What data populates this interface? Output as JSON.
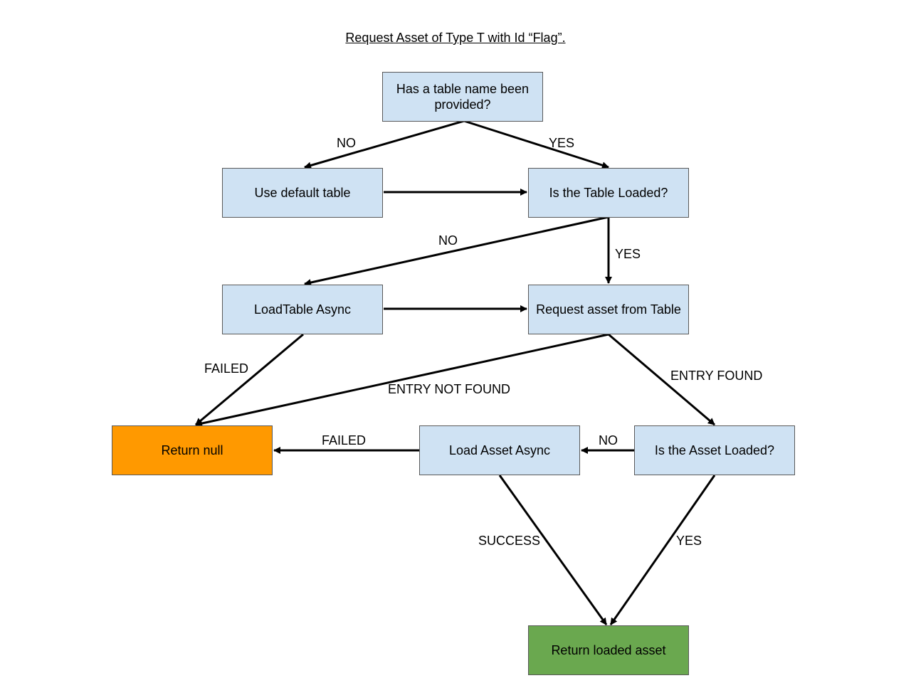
{
  "title": "Request Asset of Type T with Id “Flag”.",
  "nodes": {
    "has_table_name": "Has a table name been provided?",
    "use_default": "Use default table",
    "table_loaded": "Is the Table Loaded?",
    "load_table": "LoadTable Async",
    "request_asset": "Request asset from Table",
    "return_null": "Return null",
    "load_asset": "Load Asset Async",
    "asset_loaded": "Is the Asset Loaded?",
    "return_loaded": "Return loaded asset"
  },
  "edges": {
    "no_1": "NO",
    "yes_1": "YES",
    "no_2": "NO",
    "yes_2": "YES",
    "failed_1": "FAILED",
    "entry_not_found": "ENTRY NOT FOUND",
    "entry_found": "ENTRY FOUND",
    "failed_2": "FAILED",
    "no_3": "NO",
    "success": "SUCCESS",
    "yes_3": "YES"
  },
  "colors": {
    "process": "#cfe2f3",
    "failure": "#ff9900",
    "success": "#6aa84f"
  }
}
